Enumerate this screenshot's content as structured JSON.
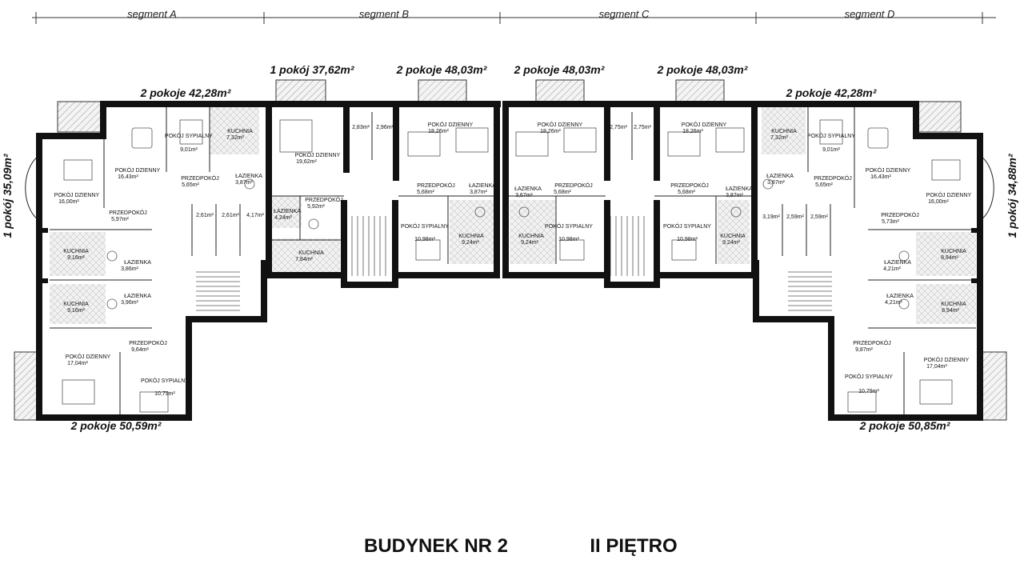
{
  "segments": [
    "segment A",
    "segment B",
    "segment C",
    "segment D"
  ],
  "apartments": {
    "a_top": "2 pokoje  42,28m²",
    "a_side": "1 pokój  35,09m²",
    "a_bottom": "2 pokoje  50,59m²",
    "b_left": "1 pokój  37,62m²",
    "b_right": "2 pokoje  48,03m²",
    "c_left": "2 pokoje  48,03m²",
    "c_right": "2 pokoje  48,03m²",
    "d_top": "2 pokoje  42,28m²",
    "d_side": "1 pokój  34,88m²",
    "d_bottom": "2 pokoje  50,85m²"
  },
  "rooms": {
    "a1": {
      "name": "POKÓJ DZIENNY",
      "area": "16,43m²"
    },
    "a2": {
      "name": "POKÓJ SYPIALNY",
      "area": "9,01m²"
    },
    "a3": {
      "name": "KUCHNIA",
      "area": "7,32m²"
    },
    "a4": {
      "name": "PRZEDPOKÓJ",
      "area": "5,65m²"
    },
    "a5": {
      "name": "ŁAZIENKA",
      "area": "3,87m²"
    },
    "a6": {
      "name": "POKÓJ DZIENNY",
      "area": "16,00m²"
    },
    "a7": {
      "name": "PRZEDPOKÓJ",
      "area": "5,97m²"
    },
    "a8": {
      "name": "KUCHNIA",
      "area": "9,16m²"
    },
    "a9": {
      "name": "ŁAZIENKA",
      "area": "3,86m²"
    },
    "a10": {
      "name": "KUCHNIA",
      "area": "9,16m²"
    },
    "a11": {
      "name": "ŁAZIENKA",
      "area": "3,96m²"
    },
    "a12": {
      "name": "PRZEDPOKÓJ",
      "area": "9,64m²"
    },
    "a13": {
      "name": "POKÓJ DZIENNY",
      "area": "17,04m²"
    },
    "a14": {
      "name": "POKÓJ SYPIALNY",
      "area": "10,79m²"
    },
    "s1": "2,61m²",
    "s2": "2,61m²",
    "s3": "4,17m²",
    "b1": {
      "name": "POKÓJ DZIENNY",
      "area": "19,62m²"
    },
    "b2": {
      "name": "PRZEDPOKÓJ",
      "area": "5,92m²"
    },
    "b3": {
      "name": "ŁAZIENKA",
      "area": "4,24m²"
    },
    "b4": {
      "name": "KUCHNIA",
      "area": "7,84m²"
    },
    "bs1": "2,83m²",
    "bs2": "2,96m²",
    "b5": {
      "name": "POKÓJ DZIENNY",
      "area": "18,26m²"
    },
    "b6": {
      "name": "PRZEDPOKÓJ",
      "area": "5,68m²"
    },
    "b7": {
      "name": "ŁAZIENKA",
      "area": "3,87m²"
    },
    "b8": {
      "name": "POKÓJ SYPIALNY",
      "area": "10,98m²"
    },
    "b9": {
      "name": "KUCHNIA",
      "area": "9,24m²"
    },
    "c1": {
      "name": "POKÓJ DZIENNY",
      "area": "18,26m²"
    },
    "c2": {
      "name": "ŁAZIENKA",
      "area": "3,67m²"
    },
    "c3": {
      "name": "PRZEDPOKÓJ",
      "area": "5,68m²"
    },
    "c4": {
      "name": "KUCHNIA",
      "area": "9,24m²"
    },
    "c5": {
      "name": "POKÓJ SYPIALNY",
      "area": "10,98m²"
    },
    "cs1": "2,75m²",
    "cs2": "2,75m²",
    "c6": {
      "name": "POKÓJ DZIENNY",
      "area": "18,26m²"
    },
    "c7": {
      "name": "PRZEDPOKÓJ",
      "area": "5,68m²"
    },
    "c8": {
      "name": "ŁAZIENKA",
      "area": "3,87m²"
    },
    "c9": {
      "name": "POKÓJ SYPIALNY",
      "area": "10,98m²"
    },
    "c10": {
      "name": "KUCHNIA",
      "area": "9,24m²"
    },
    "d1": {
      "name": "KUCHNIA",
      "area": "7,32m²"
    },
    "d2": {
      "name": "POKÓJ SYPIALNY",
      "area": "9,01m²"
    },
    "d3": {
      "name": "POKÓJ DZIENNY",
      "area": "16,43m²"
    },
    "d4": {
      "name": "ŁAZIENKA",
      "area": "3,87m²"
    },
    "d5": {
      "name": "PRZEDPOKÓJ",
      "area": "5,65m²"
    },
    "d6": {
      "name": "POKÓJ DZIENNY",
      "area": "16,00m²"
    },
    "ds1": "3,19m²",
    "ds2": "2,59m²",
    "ds3": "2,59m²",
    "d7": {
      "name": "PRZEDPOKÓJ",
      "area": "5,73m²"
    },
    "d8": {
      "name": "ŁAZIENKA",
      "area": "4,21m²"
    },
    "d9": {
      "name": "KUCHNIA",
      "area": "8,94m²"
    },
    "d10": {
      "name": "ŁAZIENKA",
      "area": "4,21m²"
    },
    "d11": {
      "name": "KUCHNIA",
      "area": "8,94m²"
    },
    "d12": {
      "name": "PRZEDPOKÓJ",
      "area": "9,87m²"
    },
    "d13": {
      "name": "POKÓJ SYPIALNY",
      "area": "10,79m²"
    },
    "d14": {
      "name": "POKÓJ DZIENNY",
      "area": "17,04m²"
    }
  },
  "title": {
    "building": "BUDYNEK NR 2",
    "floor": "II  PIĘTRO"
  }
}
